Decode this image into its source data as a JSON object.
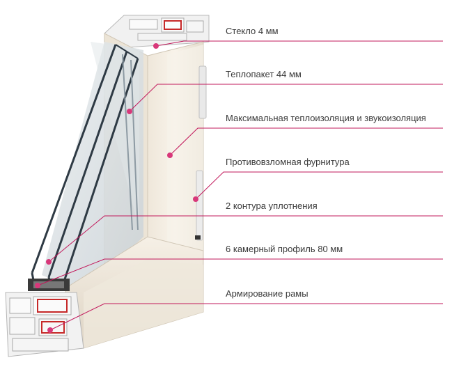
{
  "callouts": [
    {
      "label": "Стекло 4 мм"
    },
    {
      "label": "Теплопакет 44 мм"
    },
    {
      "label": "Максимальная теплоизоляция и звукоизоляция"
    },
    {
      "label": "Противовзломная фурнитура"
    },
    {
      "label": "2 контура уплотнения"
    },
    {
      "label": "6 камерный профиль 80 мм"
    },
    {
      "label": "Армирование рамы"
    }
  ],
  "colors": {
    "leader": "#c2185b",
    "dot": "#d8387a",
    "frame": "#f3ece0",
    "frame_shadow": "#d9cfbf",
    "glass_edge": "#2e3a44",
    "reinforcement": "#c62828"
  }
}
